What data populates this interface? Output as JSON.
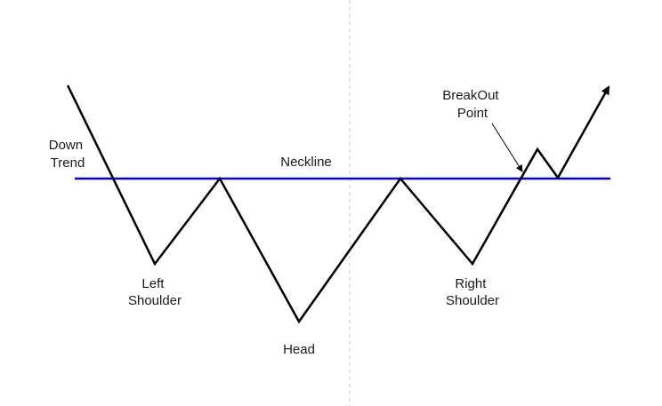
{
  "labels": {
    "down_trend": [
      "Down",
      "Trend"
    ],
    "neckline": "Neckline",
    "left_shoulder": [
      "Left",
      "Shoulder"
    ],
    "head": "Head",
    "right_shoulder": [
      "Right",
      "Shoulder"
    ],
    "breakout_point": [
      "BreakOut",
      "Point"
    ]
  },
  "colors": {
    "neckline": "#0000dd",
    "price_line": "#000000",
    "divider": "#c8c8c8",
    "text": "#1a1a1a"
  }
}
